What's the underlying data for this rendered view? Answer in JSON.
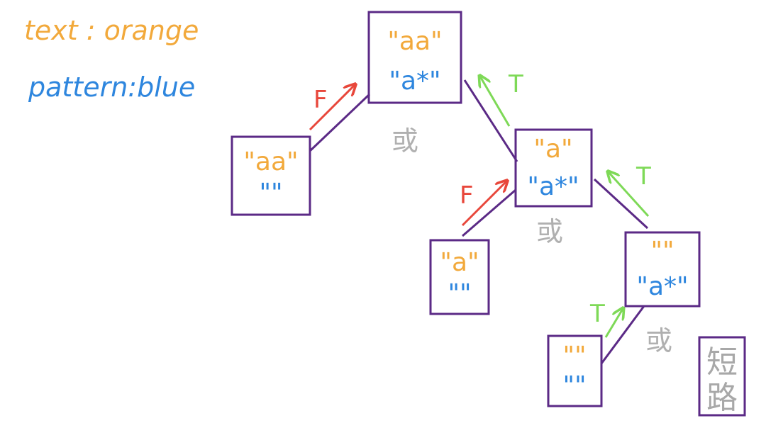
{
  "colors": {
    "text": "#F2A93B",
    "pattern": "#2E86DE",
    "node_border": "#5B2A86",
    "false_arrow": "#E8473B",
    "true_arrow": "#7ED957",
    "or_label": "#B0B0B0"
  },
  "legend": {
    "text_line": "text : orange",
    "pattern_line": "pattern:blue"
  },
  "nodes": {
    "root": {
      "text": "\"aa\"",
      "pattern": "\"a*\""
    },
    "left1": {
      "text": "\"aa\"",
      "pattern": "\"\""
    },
    "right1": {
      "text": "\"a\"",
      "pattern": "\"a*\""
    },
    "left2": {
      "text": "\"a\"",
      "pattern": "\"\""
    },
    "right2": {
      "text": "\"\"",
      "pattern": "\"a*\""
    },
    "left3": {
      "text": "\"\"",
      "pattern": "\"\""
    }
  },
  "edges": {
    "f1": "F",
    "t1": "T",
    "f2": "F",
    "t2": "T",
    "t3": "T"
  },
  "or_labels": {
    "or1": "或",
    "or2": "或",
    "or3": "或"
  },
  "note": {
    "line1": "短",
    "line2": "路"
  }
}
